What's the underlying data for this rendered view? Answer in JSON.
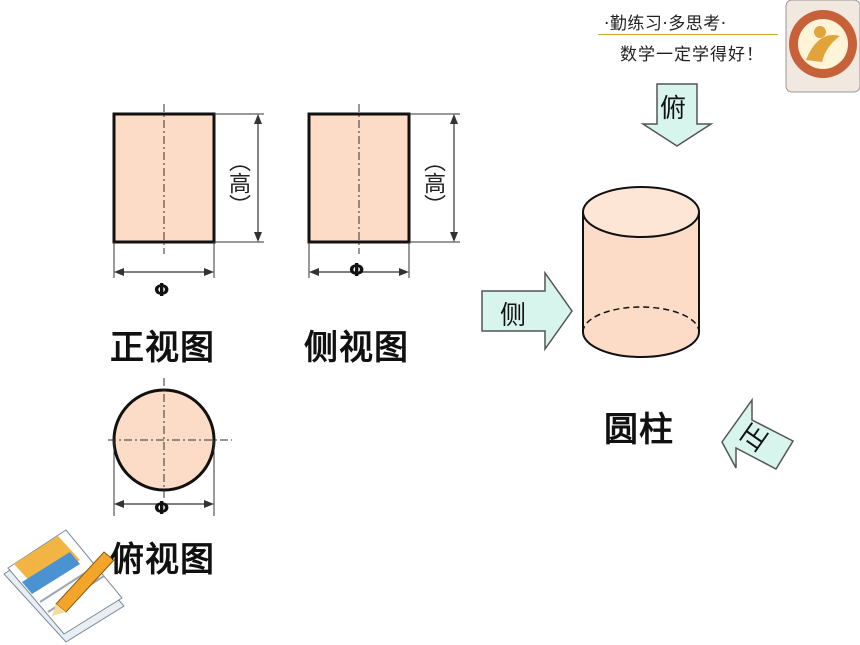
{
  "motto": {
    "line1": "·勤练习·多思考·",
    "line2": "数学一定学得好！"
  },
  "views": {
    "front": {
      "caption": "正视图",
      "width_label": "Φ",
      "height_label": "（高）"
    },
    "side": {
      "caption": "侧视图",
      "width_label": "Φ",
      "height_label": "（高）"
    },
    "top": {
      "caption": "俯视图",
      "width_label": "Φ"
    }
  },
  "solid": {
    "caption": "圆柱"
  },
  "arrows": {
    "top": "俯",
    "side": "侧",
    "front": "正"
  },
  "colors": {
    "fill": "#fcdcc6",
    "arrow": "#d7f5ec",
    "stroke": "#111111"
  }
}
